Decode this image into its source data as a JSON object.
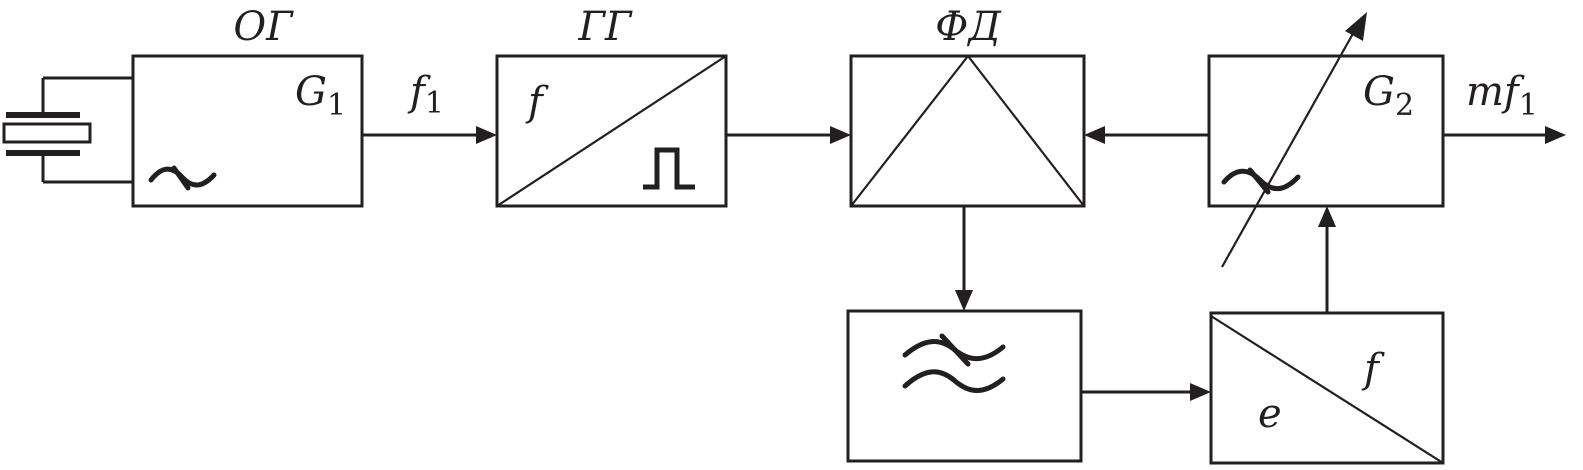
{
  "blocks": {
    "og": {
      "title": "ОГ",
      "label_main": "G",
      "label_sub": "1"
    },
    "gg": {
      "title": "ГГ",
      "label_in": "f"
    },
    "fd": {
      "title": "ФД"
    },
    "g2": {
      "label_main": "G",
      "label_sub": "2"
    },
    "vc": {
      "label_in": "e",
      "label_out": "f"
    }
  },
  "signals": {
    "f1": {
      "main": "f",
      "sub": "1"
    },
    "mf1": {
      "main": "mf",
      "sub": "1"
    }
  }
}
